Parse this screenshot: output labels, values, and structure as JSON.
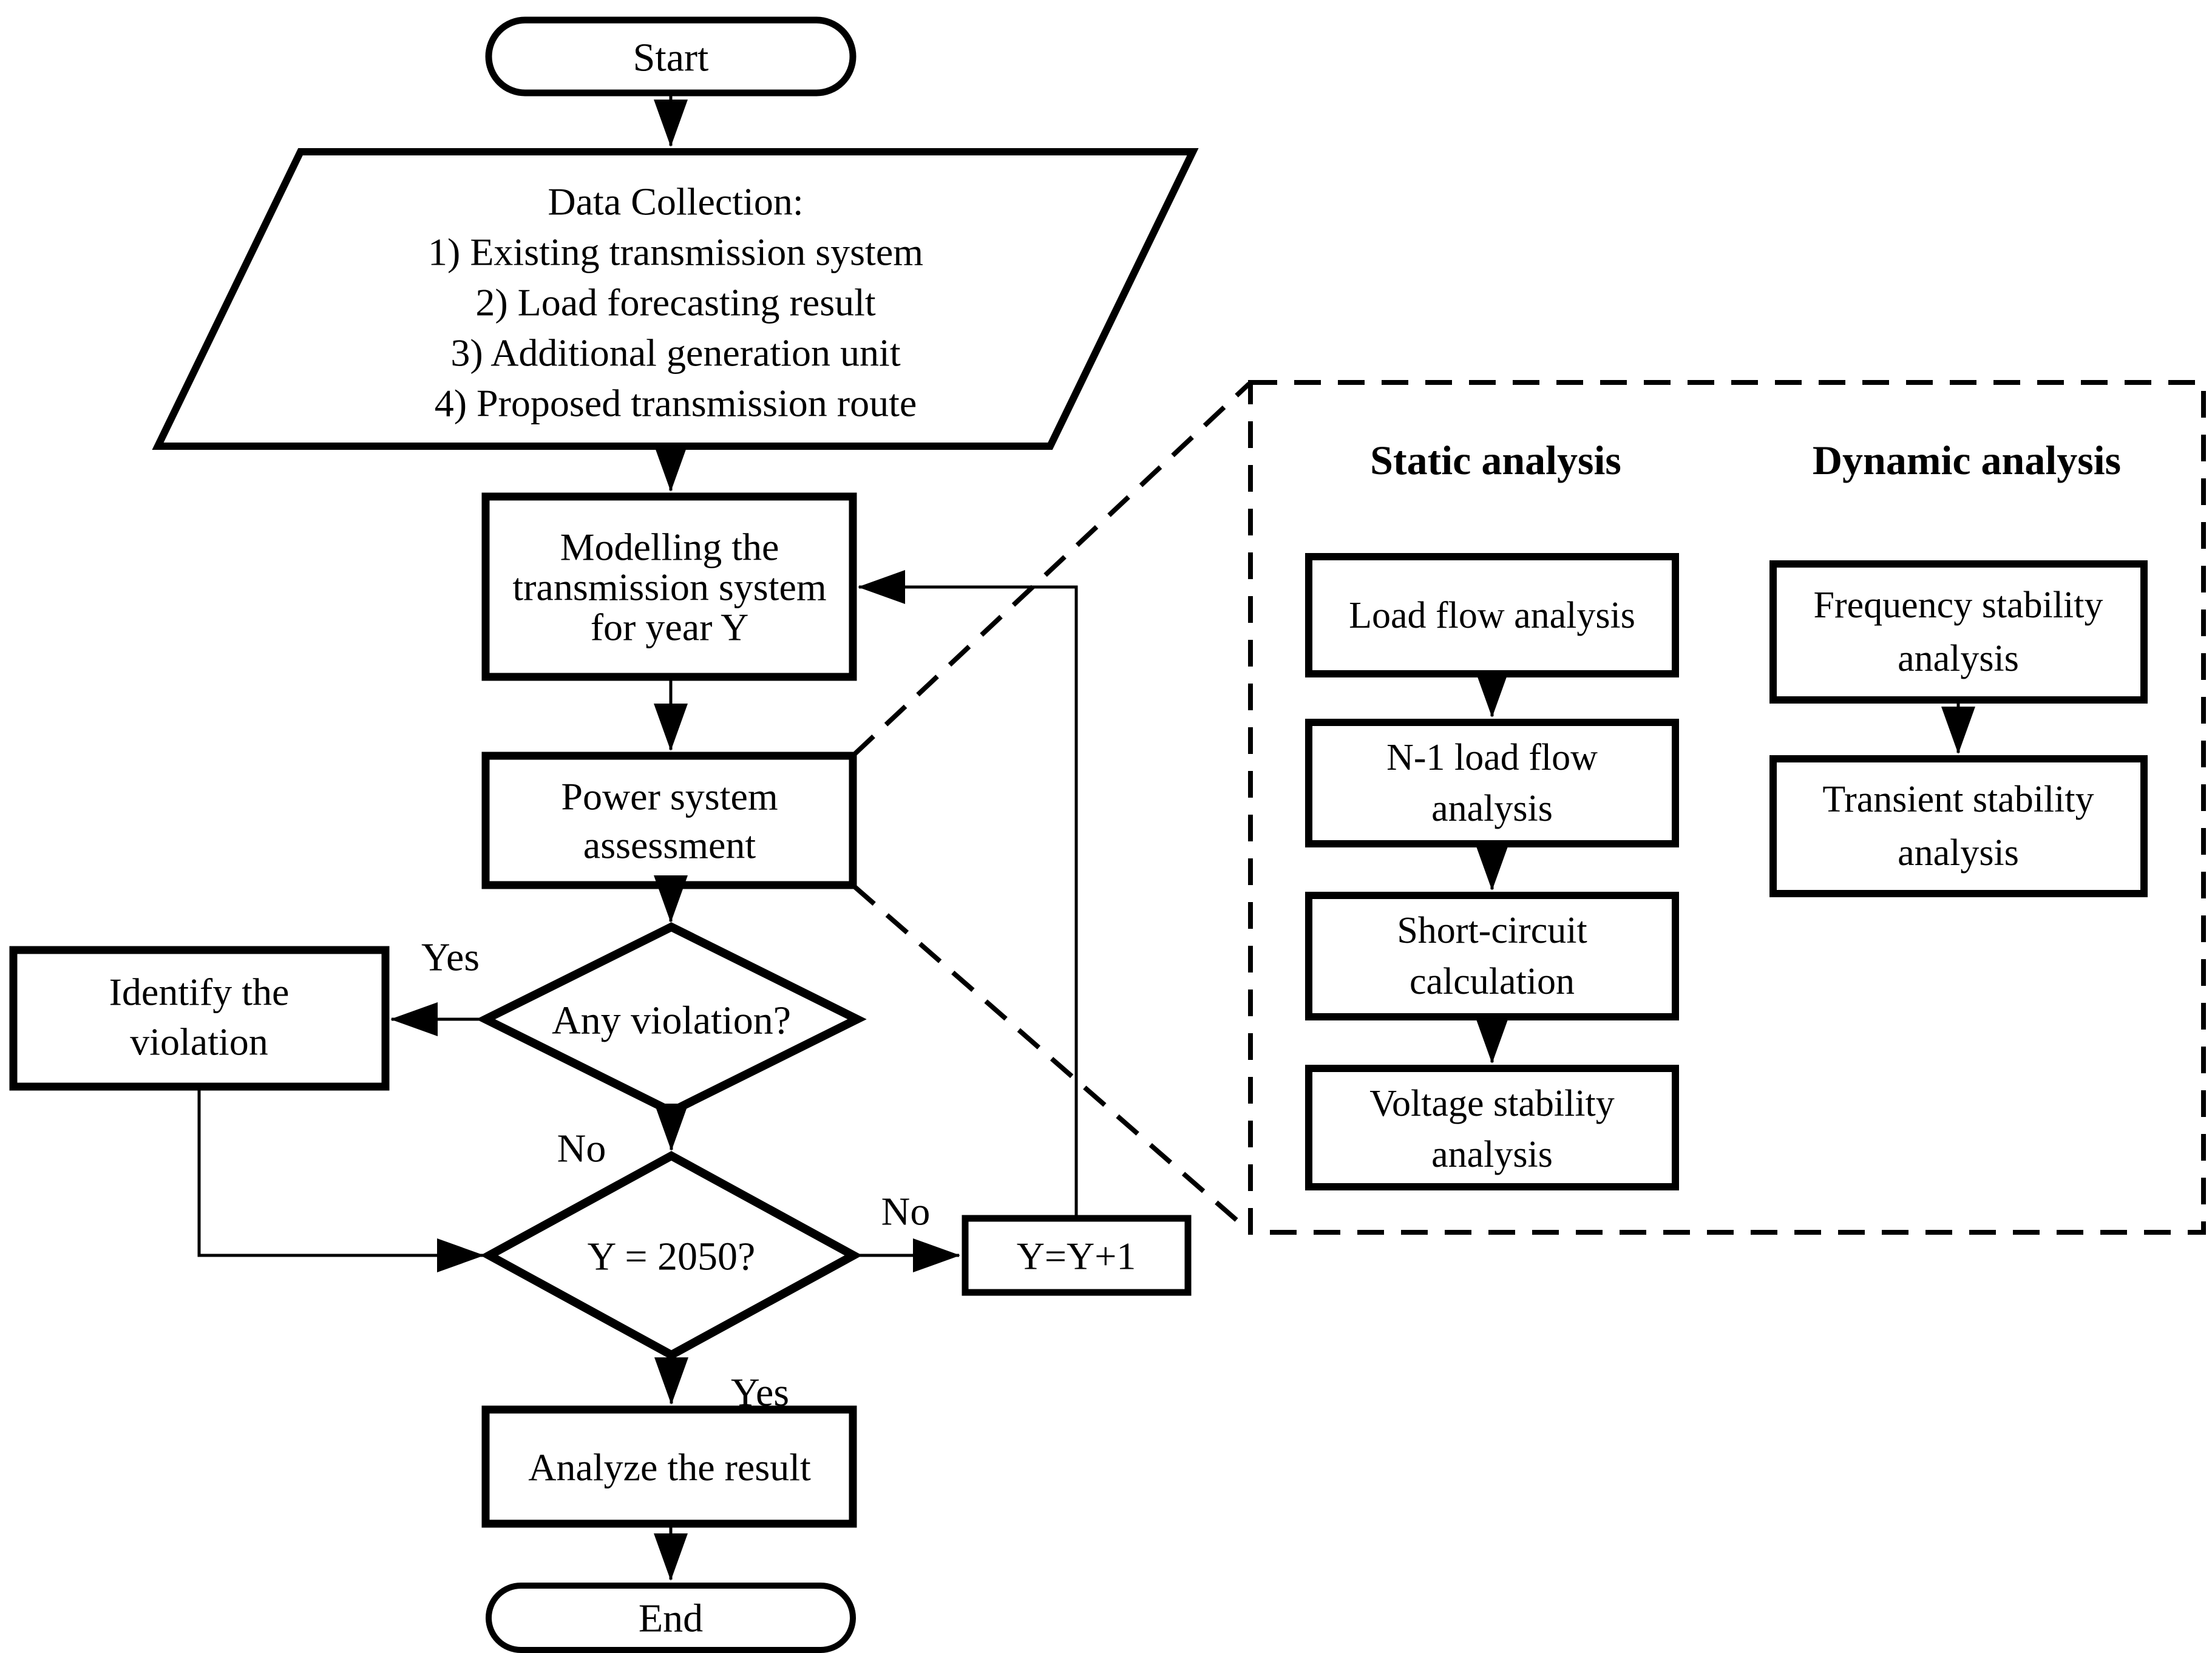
{
  "diagram": {
    "type": "flowchart",
    "title_hint": "Transmission system planning procedure flowchart",
    "colors": {
      "stroke": "#000000",
      "background": "#ffffff",
      "fill": "#ffffff"
    },
    "nodes": {
      "start": {
        "shape": "stadium",
        "label": "Start"
      },
      "data_collection": {
        "shape": "parallelogram",
        "lines": [
          "Data Collection:",
          "1) Existing transmission system",
          "2) Load forecasting result",
          "3) Additional generation unit",
          "4) Proposed transmission route"
        ]
      },
      "modelling": {
        "shape": "process",
        "lines": [
          "Modelling the",
          "transmission system",
          "for year Y"
        ]
      },
      "assessment": {
        "shape": "process",
        "lines": [
          "Power system",
          "assessment"
        ]
      },
      "violation_decision": {
        "shape": "decision",
        "label": "Any violation?"
      },
      "identify_violation": {
        "shape": "process",
        "lines": [
          "Identify the",
          "violation"
        ]
      },
      "year_decision": {
        "shape": "decision",
        "label": "Y = 2050?"
      },
      "increment_year": {
        "shape": "process",
        "label": "Y=Y+1"
      },
      "analyze_result": {
        "shape": "process",
        "label": "Analyze the result"
      },
      "end": {
        "shape": "stadium",
        "label": "End"
      }
    },
    "edge_labels": {
      "violation_yes": "Yes",
      "violation_no": "No",
      "year_no": "No",
      "year_yes": "Yes"
    },
    "detail_panel": {
      "style": "dashed expansion of Power system assessment",
      "static_column": {
        "heading": "Static analysis",
        "boxes": [
          {
            "lines": [
              "Load flow analysis"
            ]
          },
          {
            "lines": [
              "N-1 load flow",
              "analysis"
            ]
          },
          {
            "lines": [
              "Short-circuit",
              "calculation"
            ]
          },
          {
            "lines": [
              "Voltage stability",
              "analysis"
            ]
          }
        ]
      },
      "dynamic_column": {
        "heading": "Dynamic analysis",
        "boxes": [
          {
            "lines": [
              "Frequency stability",
              "analysis"
            ]
          },
          {
            "lines": [
              "Transient stability",
              "analysis"
            ]
          }
        ]
      }
    }
  }
}
